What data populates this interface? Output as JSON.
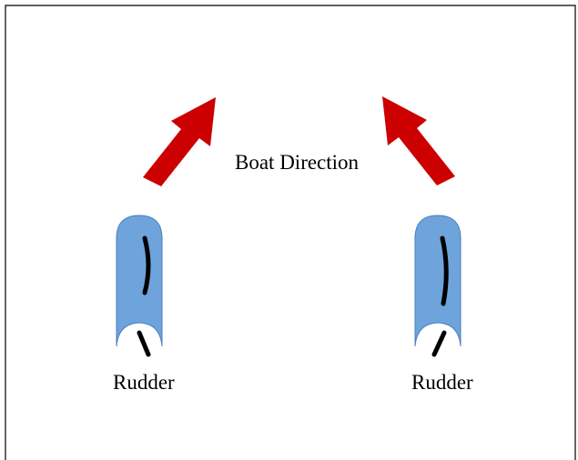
{
  "labels": {
    "direction": "Boat Direction",
    "rudder_left": "Rudder",
    "rudder_right": "Rudder"
  },
  "colors": {
    "arrow": "#cc0000",
    "hull_fill": "#6fa3dc",
    "hull_stroke": "#4a7ebf",
    "rudder": "#000000",
    "border": "#000000",
    "background": "#ffffff"
  },
  "icons": {
    "left_arrow": "arrow-up-right-icon",
    "right_arrow": "arrow-up-left-icon"
  }
}
